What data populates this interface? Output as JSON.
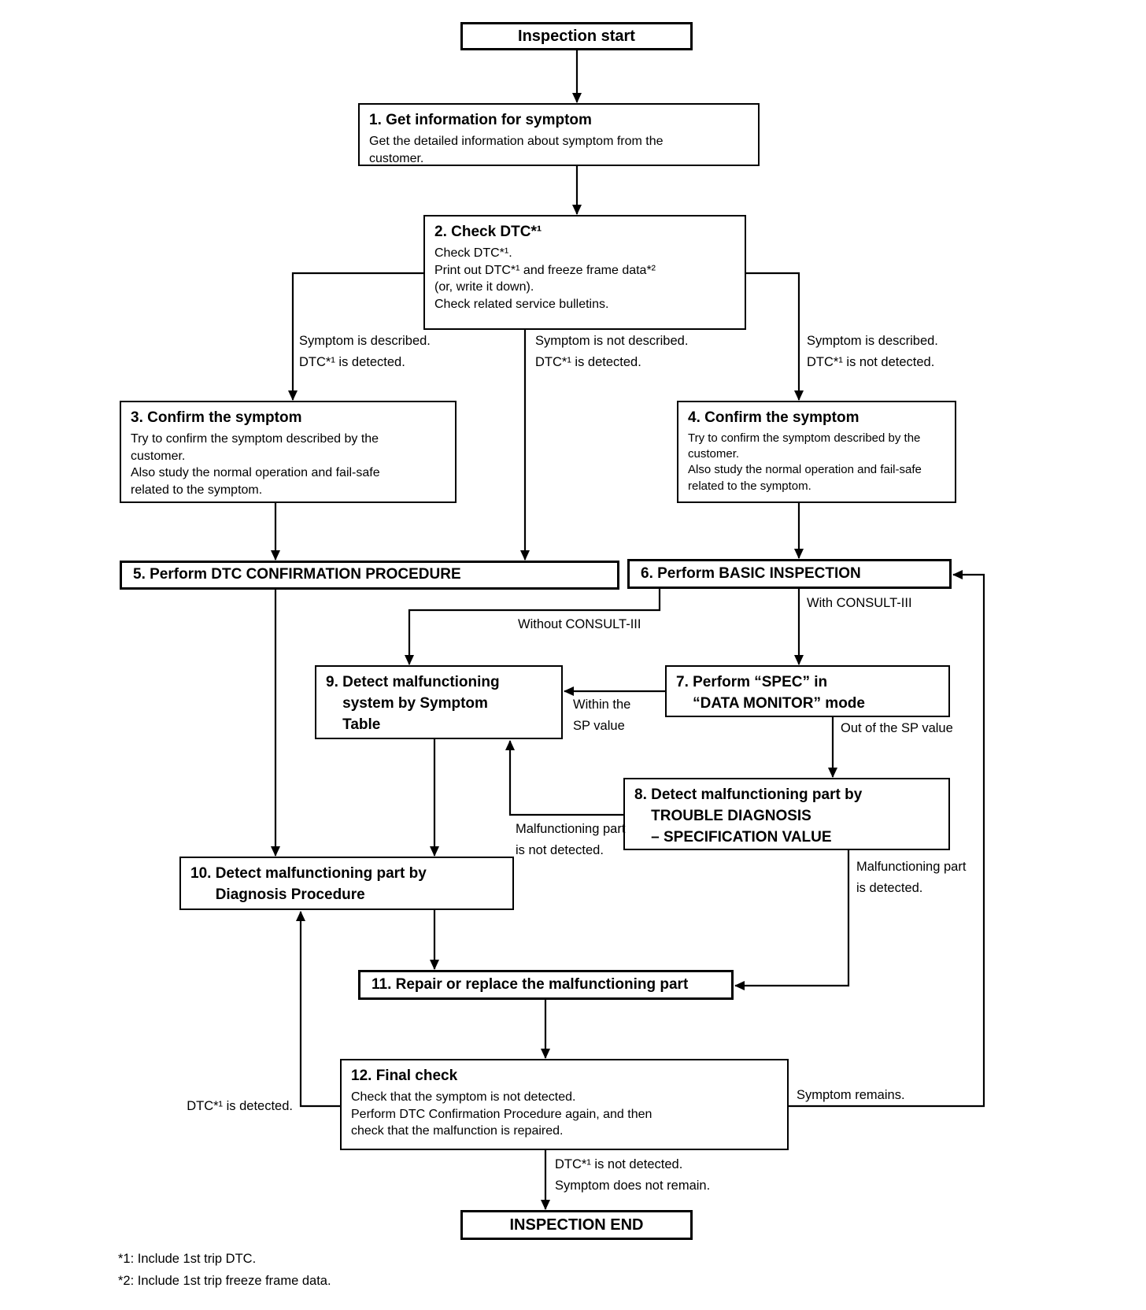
{
  "flowchart": {
    "start": "Inspection start",
    "end": "INSPECTION END",
    "boxes": {
      "b1": {
        "title": "1. Get information for symptom",
        "body": "Get the detailed information about symptom from the\ncustomer."
      },
      "b2": {
        "title": "2. Check DTC*¹",
        "body": "Check DTC*¹.\nPrint out DTC*¹ and freeze frame data*²\n(or, write it down).\nCheck related service bulletins."
      },
      "b3": {
        "title": "3. Confirm the symptom",
        "body": "Try to confirm the symptom described by the\ncustomer.\nAlso study the normal operation and fail-safe\nrelated to the symptom."
      },
      "b4": {
        "title": "4. Confirm the symptom",
        "body": "Try to confirm the symptom described by the\ncustomer.\nAlso study the normal operation and fail-safe\nrelated to the symptom."
      },
      "b5": {
        "title": "5. Perform DTC CONFIRMATION PROCEDURE"
      },
      "b6": {
        "title": "6. Perform BASIC INSPECTION"
      },
      "b7": {
        "title": "7. Perform “SPEC” in\n    “DATA MONITOR” mode"
      },
      "b8": {
        "title": "8. Detect malfunctioning part by\n    TROUBLE DIAGNOSIS\n    – SPECIFICATION VALUE"
      },
      "b9": {
        "title": "9. Detect malfunctioning\n    system by Symptom\n    Table"
      },
      "b10": {
        "title": "10. Detect malfunctioning part by\n      Diagnosis Procedure"
      },
      "b11": {
        "title": "11. Repair or replace the malfunctioning part"
      },
      "b12": {
        "title": "12. Final check",
        "body": "Check that the symptom is not detected.\nPerform DTC Confirmation Procedure again, and then\ncheck that the malfunction is repaired."
      }
    },
    "labels": {
      "branch_left": "Symptom is described.\nDTC*¹ is detected.",
      "branch_mid": "Symptom is not described.\nDTC*¹ is detected.",
      "branch_right": "Symptom is described.\nDTC*¹ is not detected.",
      "with_consult": "With CONSULT-III",
      "without_consult": "Without CONSULT-III",
      "within_sp": "Within the\nSP value",
      "out_sp": "Out of the SP value",
      "part_not_detected": "Malfunctioning part\nis not detected.",
      "part_detected": "Malfunctioning part\nis detected.",
      "dtc_detected": "DTC*¹ is detected.",
      "symptom_remains": "Symptom remains.",
      "final_ok": "DTC*¹ is not detected.\nSymptom does not remain."
    },
    "footnotes": {
      "f1": "*1: Include 1st trip DTC.",
      "f2": "*2: Include 1st trip freeze frame data."
    }
  }
}
